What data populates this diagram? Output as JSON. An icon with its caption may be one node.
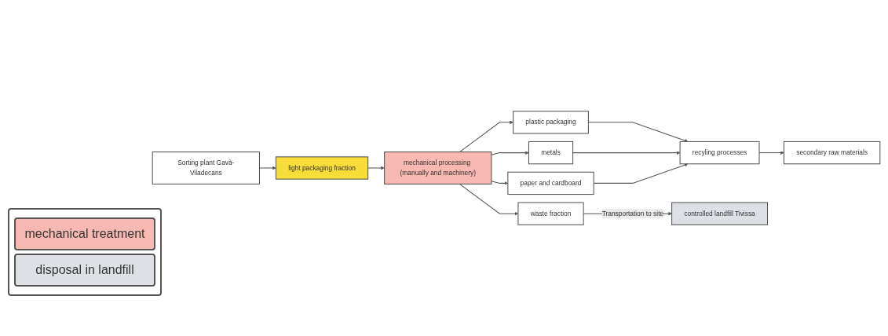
{
  "diagram": {
    "nodes": [
      {
        "text": [
          "Sorting plant Gavà-Viladecans"
        ]
      },
      {
        "text": [
          "light packaging fraction"
        ]
      },
      {
        "text": [
          "mechanical processing (manually and machinery)"
        ]
      },
      {
        "text": [
          "plastic packaging"
        ]
      },
      {
        "text": [
          "metals"
        ]
      },
      {
        "text": [
          "paper and cardboard"
        ]
      },
      {
        "text": [
          "waste fraction"
        ]
      },
      {
        "text": [
          "recyling processes"
        ]
      },
      {
        "text": [
          "secondary raw materials"
        ]
      },
      {
        "text": [
          "controlled landfill Tivissa"
        ]
      }
    ],
    "edges": [
      {
        "from": 0,
        "to": 1,
        "arrow": "to"
      },
      {
        "from": 1,
        "to": 2,
        "arrow": "to"
      },
      {
        "from": 2,
        "to": 3,
        "arrow": "to"
      },
      {
        "from": 2,
        "to": 4,
        "arrow": "to"
      },
      {
        "from": 2,
        "to": 5,
        "arrow": "to"
      },
      {
        "from": 2,
        "to": 6,
        "arrow": "to"
      },
      {
        "from": 3,
        "to": 7,
        "arrow": "to"
      },
      {
        "from": 4,
        "to": 7,
        "arrow": "to"
      },
      {
        "from": 5,
        "to": 7,
        "arrow": "to"
      },
      {
        "from": 7,
        "to": 8,
        "arrow": "to"
      },
      {
        "from": 6,
        "to": 9,
        "label": "Transportation to site",
        "arrow": "to"
      }
    ],
    "legend": [
      {
        "text": "mechanical treatment",
        "color": "#f7b9b1"
      },
      {
        "text": "disposal in landfill",
        "color": "#dde1e6"
      }
    ]
  }
}
